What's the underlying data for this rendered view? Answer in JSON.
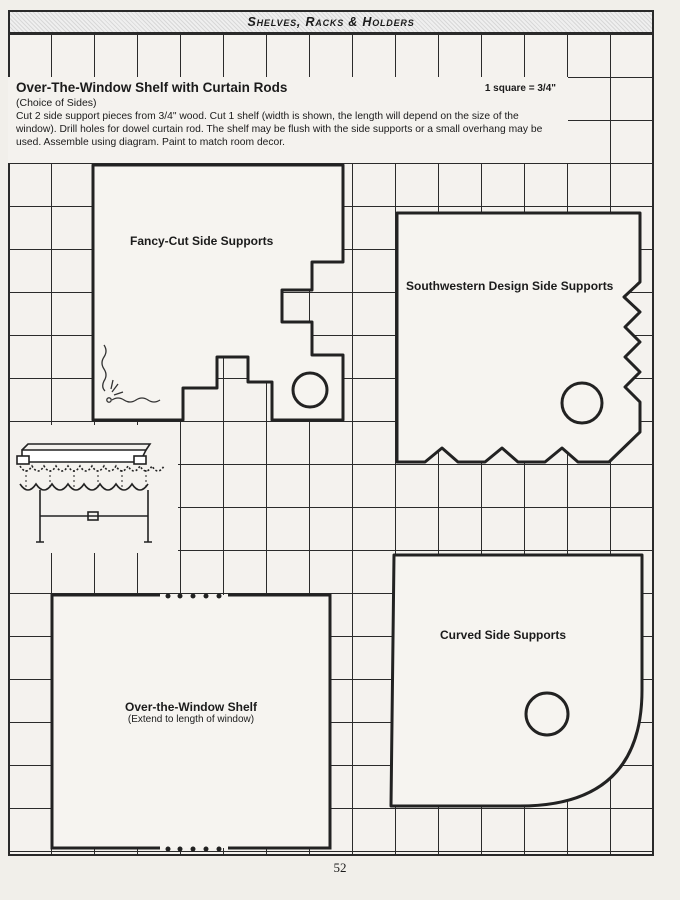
{
  "header": {
    "section_title": "Shelves, Racks & Holders"
  },
  "project": {
    "title": "Over-The-Window Shelf with Curtain Rods",
    "scale": "1 square = 3/4\"",
    "subtitle": "(Choice of Sides)",
    "instructions": "Cut 2 side support pieces from 3/4\" wood. Cut 1 shelf (width is shown, the length will depend on the size of the window). Drill holes for dowel curtain rod. The shelf may be flush with the side supports or a small overhang may be used. Assemble using diagram. Paint to match room decor."
  },
  "patterns": {
    "fancy": {
      "label": "Fancy-Cut Side Supports"
    },
    "southwestern": {
      "label": "Southwestern Design Side Supports"
    },
    "shelf": {
      "label": "Over-the-Window Shelf",
      "note": "(Extend to length of window)"
    },
    "curved": {
      "label": "Curved Side Supports"
    }
  },
  "page": {
    "number": "52"
  }
}
